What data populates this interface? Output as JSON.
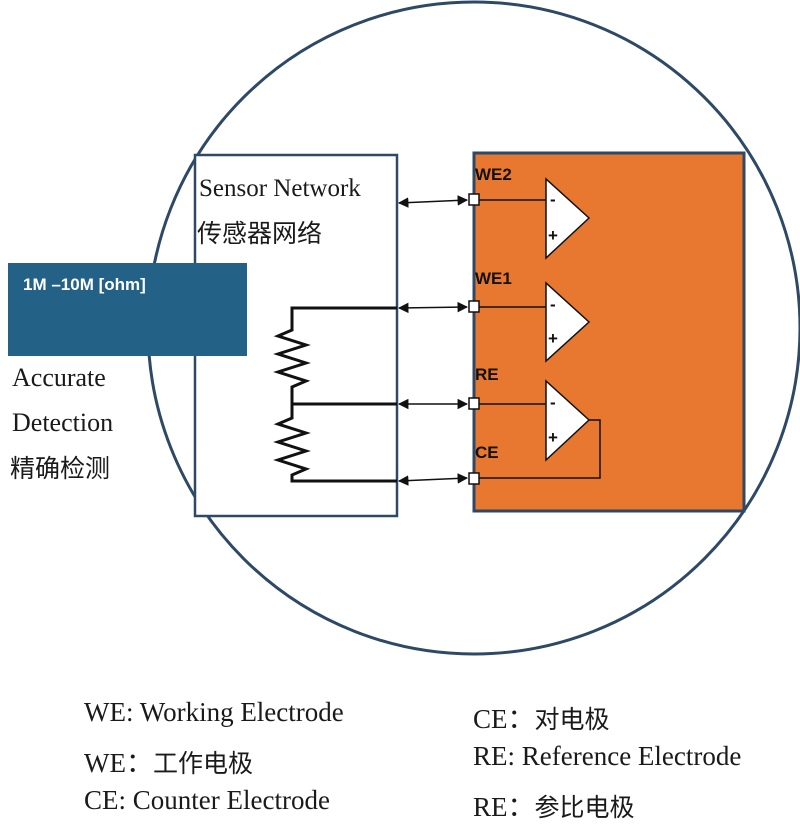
{
  "sensor_network": {
    "title_en": "Sensor Network",
    "title_zh": "传感器网络"
  },
  "resistance_badge": {
    "label": "1M –10M [ohm]"
  },
  "detection": {
    "line1": "Accurate",
    "line2": "Detection",
    "line3_zh": "精确检测"
  },
  "electrodes": {
    "we2": "WE2",
    "we1": "WE1",
    "re": "RE",
    "ce": "CE"
  },
  "opamp_signs": {
    "minus": "-",
    "plus": "+"
  },
  "legend": {
    "left": [
      {
        "prefix": "WE: ",
        "text": "Working Electrode",
        "zh": ""
      },
      {
        "prefix": "WE：",
        "text": "",
        "zh": "工作电极"
      },
      {
        "prefix": "CE: ",
        "text": "Counter Electrode",
        "zh": ""
      }
    ],
    "right": [
      {
        "prefix": "CE：",
        "text": "",
        "zh": "对电极"
      },
      {
        "prefix": "RE: ",
        "text": "Reference Electrode",
        "zh": ""
      },
      {
        "prefix": "RE：",
        "text": "",
        "zh": "参比电极"
      }
    ]
  },
  "colors": {
    "circle_stroke": "#2e4966",
    "orange_panel": "#e8782f",
    "badge_fill": "#236187",
    "line": "#111111"
  }
}
